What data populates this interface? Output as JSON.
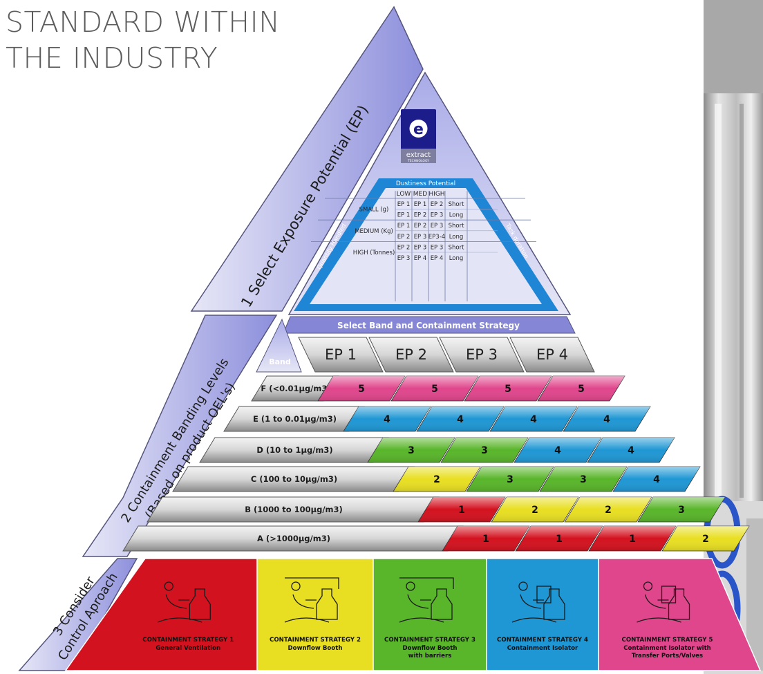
{
  "headline": [
    "STANDARD WITHIN",
    "THE INDUSTRY"
  ],
  "side_labels": {
    "section1": "1  Select Exposure Potential (EP)",
    "section2_line1": "2  Containment Banding Levels",
    "section2_line2": "(Based on product OEL's)",
    "section3_line1": "3  Consider",
    "section3_line2": "Control Aproach"
  },
  "logo": {
    "letter": "e",
    "line1": "extract",
    "line2": "TECHNOLOGY"
  },
  "ep_table": {
    "title": "Dustiness Potential",
    "columns": [
      "LOW",
      "MED",
      "HIGH"
    ],
    "left_axis": "Quantity Handled",
    "right_axis": "Task duration",
    "rows": [
      {
        "quantity": "SMALL (g)",
        "sub": [
          [
            "EP 1",
            "EP 1",
            "EP 2",
            "Short"
          ],
          [
            "EP 1",
            "EP 2",
            "EP 3",
            "Long"
          ]
        ]
      },
      {
        "quantity": "MEDIUM (Kg)",
        "sub": [
          [
            "EP 1",
            "EP 2",
            "EP 3",
            "Short"
          ],
          [
            "EP 2",
            "EP 3",
            "EP3-4",
            "Long"
          ]
        ]
      },
      {
        "quantity": "HIGH (Tonnes)",
        "sub": [
          [
            "EP 2",
            "EP 3",
            "EP 3",
            "Short"
          ],
          [
            "EP 3",
            "EP 4",
            "EP 4",
            "Long"
          ]
        ]
      }
    ]
  },
  "select_band_title": "Select Band and Containment Strategy",
  "band_header": "Band",
  "ep_headers": [
    "EP 1",
    "EP 2",
    "EP 3",
    "EP 4"
  ],
  "bands": [
    {
      "label": "F (<0.01µg/m3)",
      "cells": [
        "5",
        "5",
        "5",
        "5"
      ]
    },
    {
      "label": "E (1 to 0.01µg/m3)",
      "cells": [
        "4",
        "4",
        "4",
        "4"
      ]
    },
    {
      "label": "D (10 to 1µg/m3)",
      "cells": [
        "3",
        "3",
        "4",
        "4"
      ]
    },
    {
      "label": "C (100 to 10µg/m3)",
      "cells": [
        "2",
        "3",
        "3",
        "4"
      ]
    },
    {
      "label": "B (1000 to 100µg/m3)",
      "cells": [
        "1",
        "2",
        "2",
        "3"
      ]
    },
    {
      "label": "A (>1000µg/m3)",
      "cells": [
        "1",
        "1",
        "1",
        "2"
      ]
    }
  ],
  "level_colors": {
    "1": "#d3121f",
    "2": "#e8df22",
    "3": "#59b52a",
    "4": "#1f97d4",
    "5": "#e0468c"
  },
  "strategies": [
    {
      "title": "CONTAINMENT STRATEGY 1",
      "lines": [
        "General Ventilation"
      ],
      "color": "#d3121f"
    },
    {
      "title": "CONTAINMENT STRATEGY 2",
      "lines": [
        "Downflow Booth"
      ],
      "color": "#e8df22"
    },
    {
      "title": "CONTAINMENT STRATEGY 3",
      "lines": [
        "Downflow Booth",
        "with barriers"
      ],
      "color": "#59b52a"
    },
    {
      "title": "CONTAINMENT STRATEGY 4",
      "lines": [
        "Containment Isolator"
      ],
      "color": "#1f97d4"
    },
    {
      "title": "CONTAINMENT STRATEGY 5",
      "lines": [
        "Containment Isolator with",
        "Transfer Ports/Valves"
      ],
      "color": "#e0468c"
    }
  ]
}
